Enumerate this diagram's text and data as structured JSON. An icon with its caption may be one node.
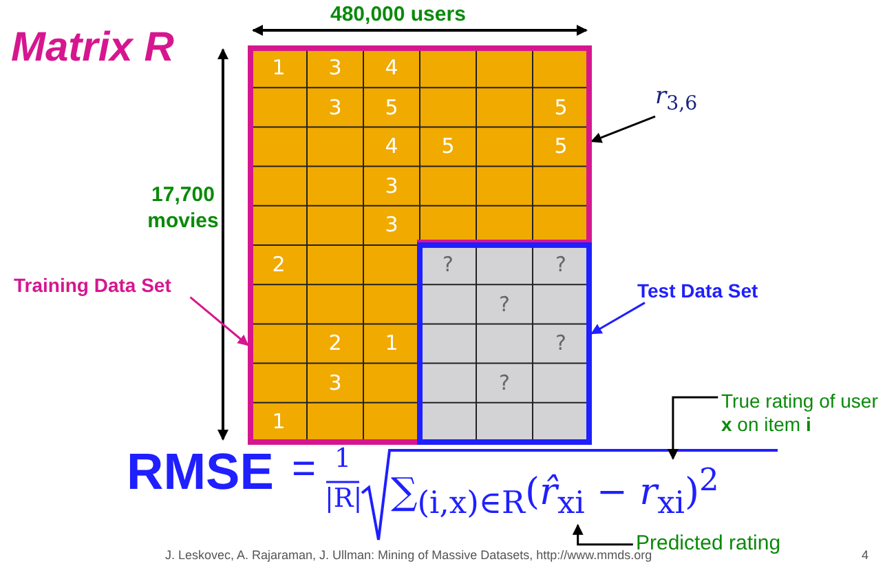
{
  "diagram": {
    "nodes": [
      {
        "text": [
          "Training Data Set"
        ]
      },
      {
        "text": [],
        "shape": "box"
      },
      {
        "text": [
          "Test Data Set"
        ]
      },
      {
        "text": [],
        "shape": "box"
      },
      {
        "text": [
          "*r*$_{3,6}$"
        ]
      },
      {
        "text": [
          "True rating of user **x** on item **i**"
        ]
      },
      {
        "text": [
          "Predicted rating"
        ]
      },
      {
        "text": [
          "∑$_{(i,x)∈R}$(*r̂*$_{xi}$ − *r*$_{xi}$)$^{2}$"
        ]
      }
    ],
    "edges": [
      {
        "from": 0,
        "to": 1,
        "arrow": "to",
        "color": "#d6168f"
      },
      {
        "from": 2,
        "to": 3,
        "arrow": "to",
        "color": "#1f1fff"
      },
      {
        "from": 4,
        "to": 1,
        "arrow": "to"
      },
      {
        "from": 5,
        "to": 7,
        "arrow": "to"
      },
      {
        "from": 6,
        "to": 7,
        "arrow": "to"
      }
    ],
    "labels": [
      "Matrix R",
      "480,000 users",
      "17,700 movies",
      "1",
      "3",
      "4",
      "3",
      "5",
      "5",
      "4",
      "5",
      "5",
      "3",
      "3",
      "2",
      "?",
      "?",
      "?",
      "2",
      "1",
      "?",
      "3",
      "?",
      "1",
      "RMSE",
      "=",
      "1",
      "|R|",
      "J. Leskovec, A. Rajaraman, J. Ullman: Mining of Massive Datasets, http://www.mmds.org",
      "4"
    ]
  }
}
